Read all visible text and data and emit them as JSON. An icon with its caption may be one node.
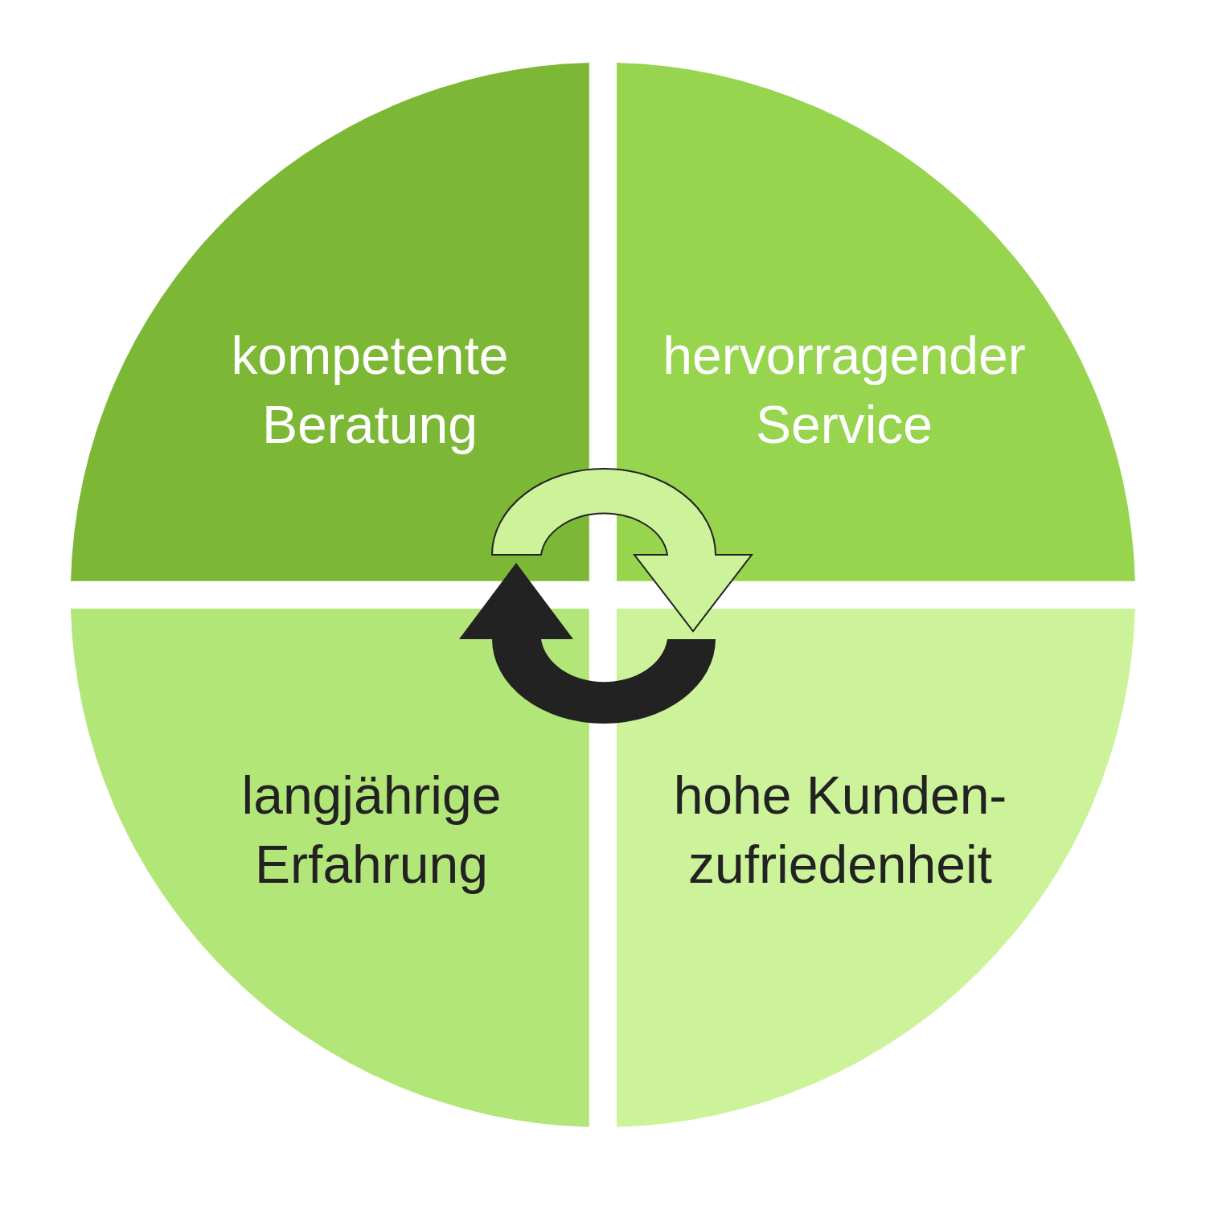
{
  "diagram": {
    "nodes": [
      {
        "text": [
          "kompetente Beratung"
        ]
      },
      {
        "text": [
          "hervorragender Service"
        ]
      },
      {
        "text": [
          "langjährige Erfahrung"
        ]
      },
      {
        "text": [
          "hohe Kunden- zufriedenheit"
        ]
      }
    ]
  }
}
